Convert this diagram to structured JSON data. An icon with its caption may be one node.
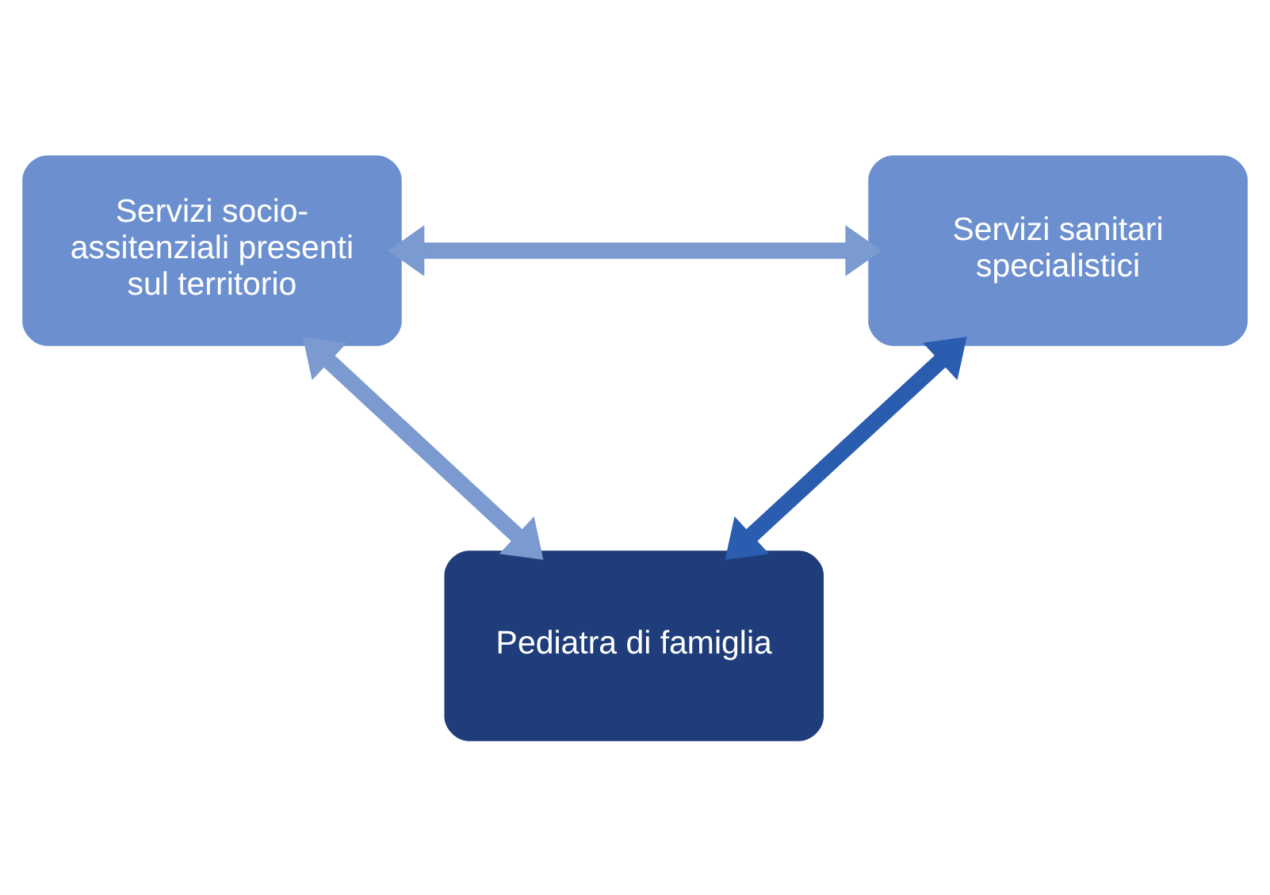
{
  "diagram": {
    "nodes": [
      {
        "text": [
          "Servizi socio-assitenziali presenti sul territorio"
        ]
      },
      {
        "text": [
          "Servizi sanitari specialistici"
        ]
      },
      {
        "text": [
          "Pediatra di famiglia"
        ]
      }
    ],
    "edges": [
      {
        "from": 0,
        "to": 1,
        "arrow": "both"
      },
      {
        "from": 0,
        "to": 2,
        "arrow": "both"
      },
      {
        "from": 1,
        "to": 2,
        "arrow": "both",
        "color": "#2a5db0"
      }
    ]
  }
}
